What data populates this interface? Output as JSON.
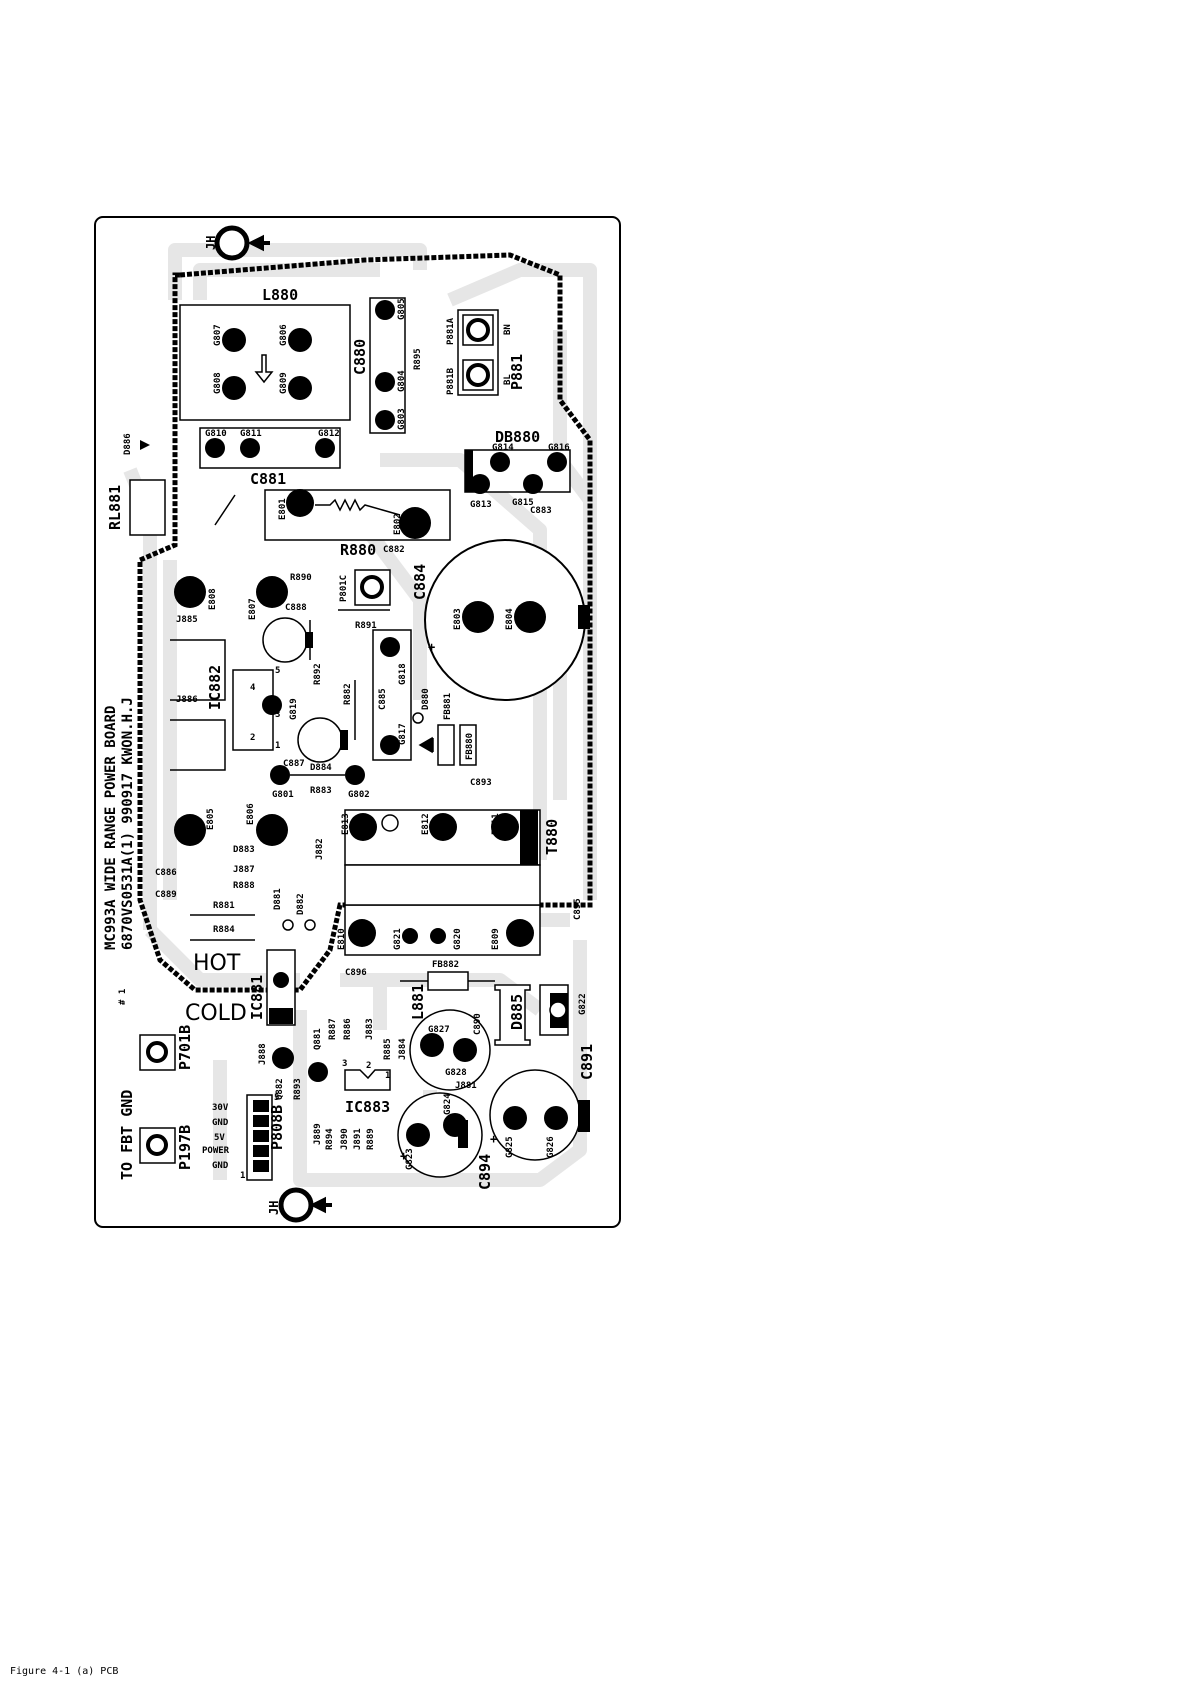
{
  "board": {
    "title_line1": "MC993A WIDE RANGE POWER BOARD",
    "title_line2": "6870VS0531A(1) 990917 KWON.H.J",
    "mark": "# 1",
    "hot_label": "HOT",
    "cold_label": "COLD",
    "jh_label": "JH",
    "fbt_label": "TO FBT GND",
    "connector_pins": [
      "30V",
      "GND",
      "5V",
      "POWER",
      "GND"
    ]
  },
  "refs": {
    "L880": "L880",
    "C880": "C880",
    "P881": "P881",
    "P881A": "P881A",
    "P881B": "P881B",
    "BN": "BN",
    "BL": "BL",
    "R895": "R895",
    "DB880": "DB880",
    "C881": "C881",
    "RL881": "RL881",
    "D886": "D886",
    "E801": "E801",
    "E802": "E802",
    "R880": "R880",
    "C882": "C882",
    "C883": "C883",
    "C884": "C884",
    "E803": "E803",
    "E804": "E804",
    "P801C": "P801C",
    "R890": "R890",
    "E808": "E808",
    "E807": "E807",
    "C888": "C888",
    "J885": "J885",
    "IC882": "IC882",
    "R891": "R891",
    "R892": "R892",
    "R882": "R882",
    "G818": "G818",
    "G817": "G817",
    "C885": "C885",
    "D880": "D880",
    "FB881": "FB881",
    "FB880": "FB880",
    "J886": "J886",
    "G819": "G819",
    "C887": "C887",
    "D884": "D884",
    "G801": "G801",
    "G802": "G802",
    "R883": "R883",
    "C893": "C893",
    "E805": "E805",
    "E806": "E806",
    "D883": "D883",
    "J887": "J887",
    "R888": "R888",
    "C886": "C886",
    "C889": "C889",
    "R881": "R881",
    "R884": "R884",
    "D881": "D881",
    "D882": "D882",
    "J882": "J882",
    "E813": "E813",
    "E812": "E812",
    "E811": "E811",
    "T880": "T880",
    "E810": "E810",
    "G821": "G821",
    "G820": "G820",
    "E809": "E809",
    "C895": "C895",
    "IC881": "IC881",
    "C896": "C896",
    "FB882": "FB882",
    "R887": "R887",
    "R886": "R886",
    "J883": "J883",
    "R885": "R885",
    "J884": "J884",
    "L881": "L881",
    "G827": "G827",
    "G828": "G828",
    "C890": "C890",
    "D885": "D885",
    "G822": "G822",
    "C891": "C891",
    "P701B": "P701B",
    "J888": "J888",
    "Q881": "Q881",
    "Q882": "Q882",
    "R893": "R893",
    "IC883": "IC883",
    "J881": "J881",
    "P808B": "P808B",
    "J889": "J889",
    "R894": "R894",
    "J890": "J890",
    "J891": "J891",
    "R889": "R889",
    "G823": "G823",
    "G824": "G824",
    "G825": "G825",
    "G826": "G826",
    "C894": "C894",
    "P197B": "P197B",
    "G807": "G807",
    "G806": "G806",
    "G808": "G808",
    "G809": "G809",
    "G805": "G805",
    "G804": "G804",
    "G803": "G803",
    "G810": "G810",
    "G811": "G811",
    "G812": "G812",
    "G814": "G814",
    "G816": "G816",
    "G813": "G813",
    "G815": "G815"
  },
  "footer_text": "Figure 4-1 (a) PCB"
}
